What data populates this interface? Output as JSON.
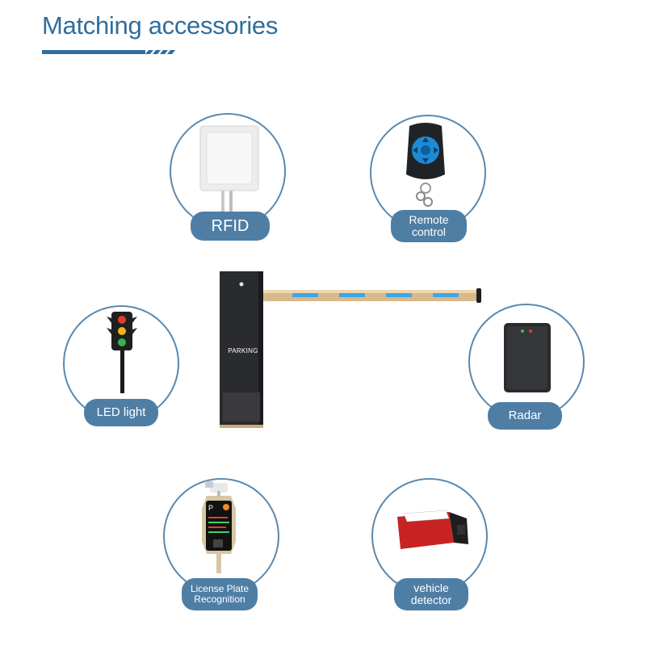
{
  "page": {
    "title": "Matching accessories",
    "accent_color": "#2f6d9c",
    "label_color": "#4f7ea5"
  },
  "barrier_gate": {
    "panel_text": "PARKING"
  },
  "accessories": [
    {
      "id": "rfid",
      "label": "RFID",
      "icon": "rfid-antenna-icon"
    },
    {
      "id": "remote",
      "label": "Remote\ncontrol",
      "icon": "remote-control-icon"
    },
    {
      "id": "led",
      "label": "LED light",
      "icon": "traffic-light-icon"
    },
    {
      "id": "radar",
      "label": "Radar",
      "icon": "radar-sensor-icon"
    },
    {
      "id": "lpr",
      "label": "License Plate\nRecognition",
      "icon": "license-plate-camera-icon"
    },
    {
      "id": "vehicle",
      "label": "vehicle\ndetector",
      "icon": "vehicle-detector-icon"
    }
  ]
}
